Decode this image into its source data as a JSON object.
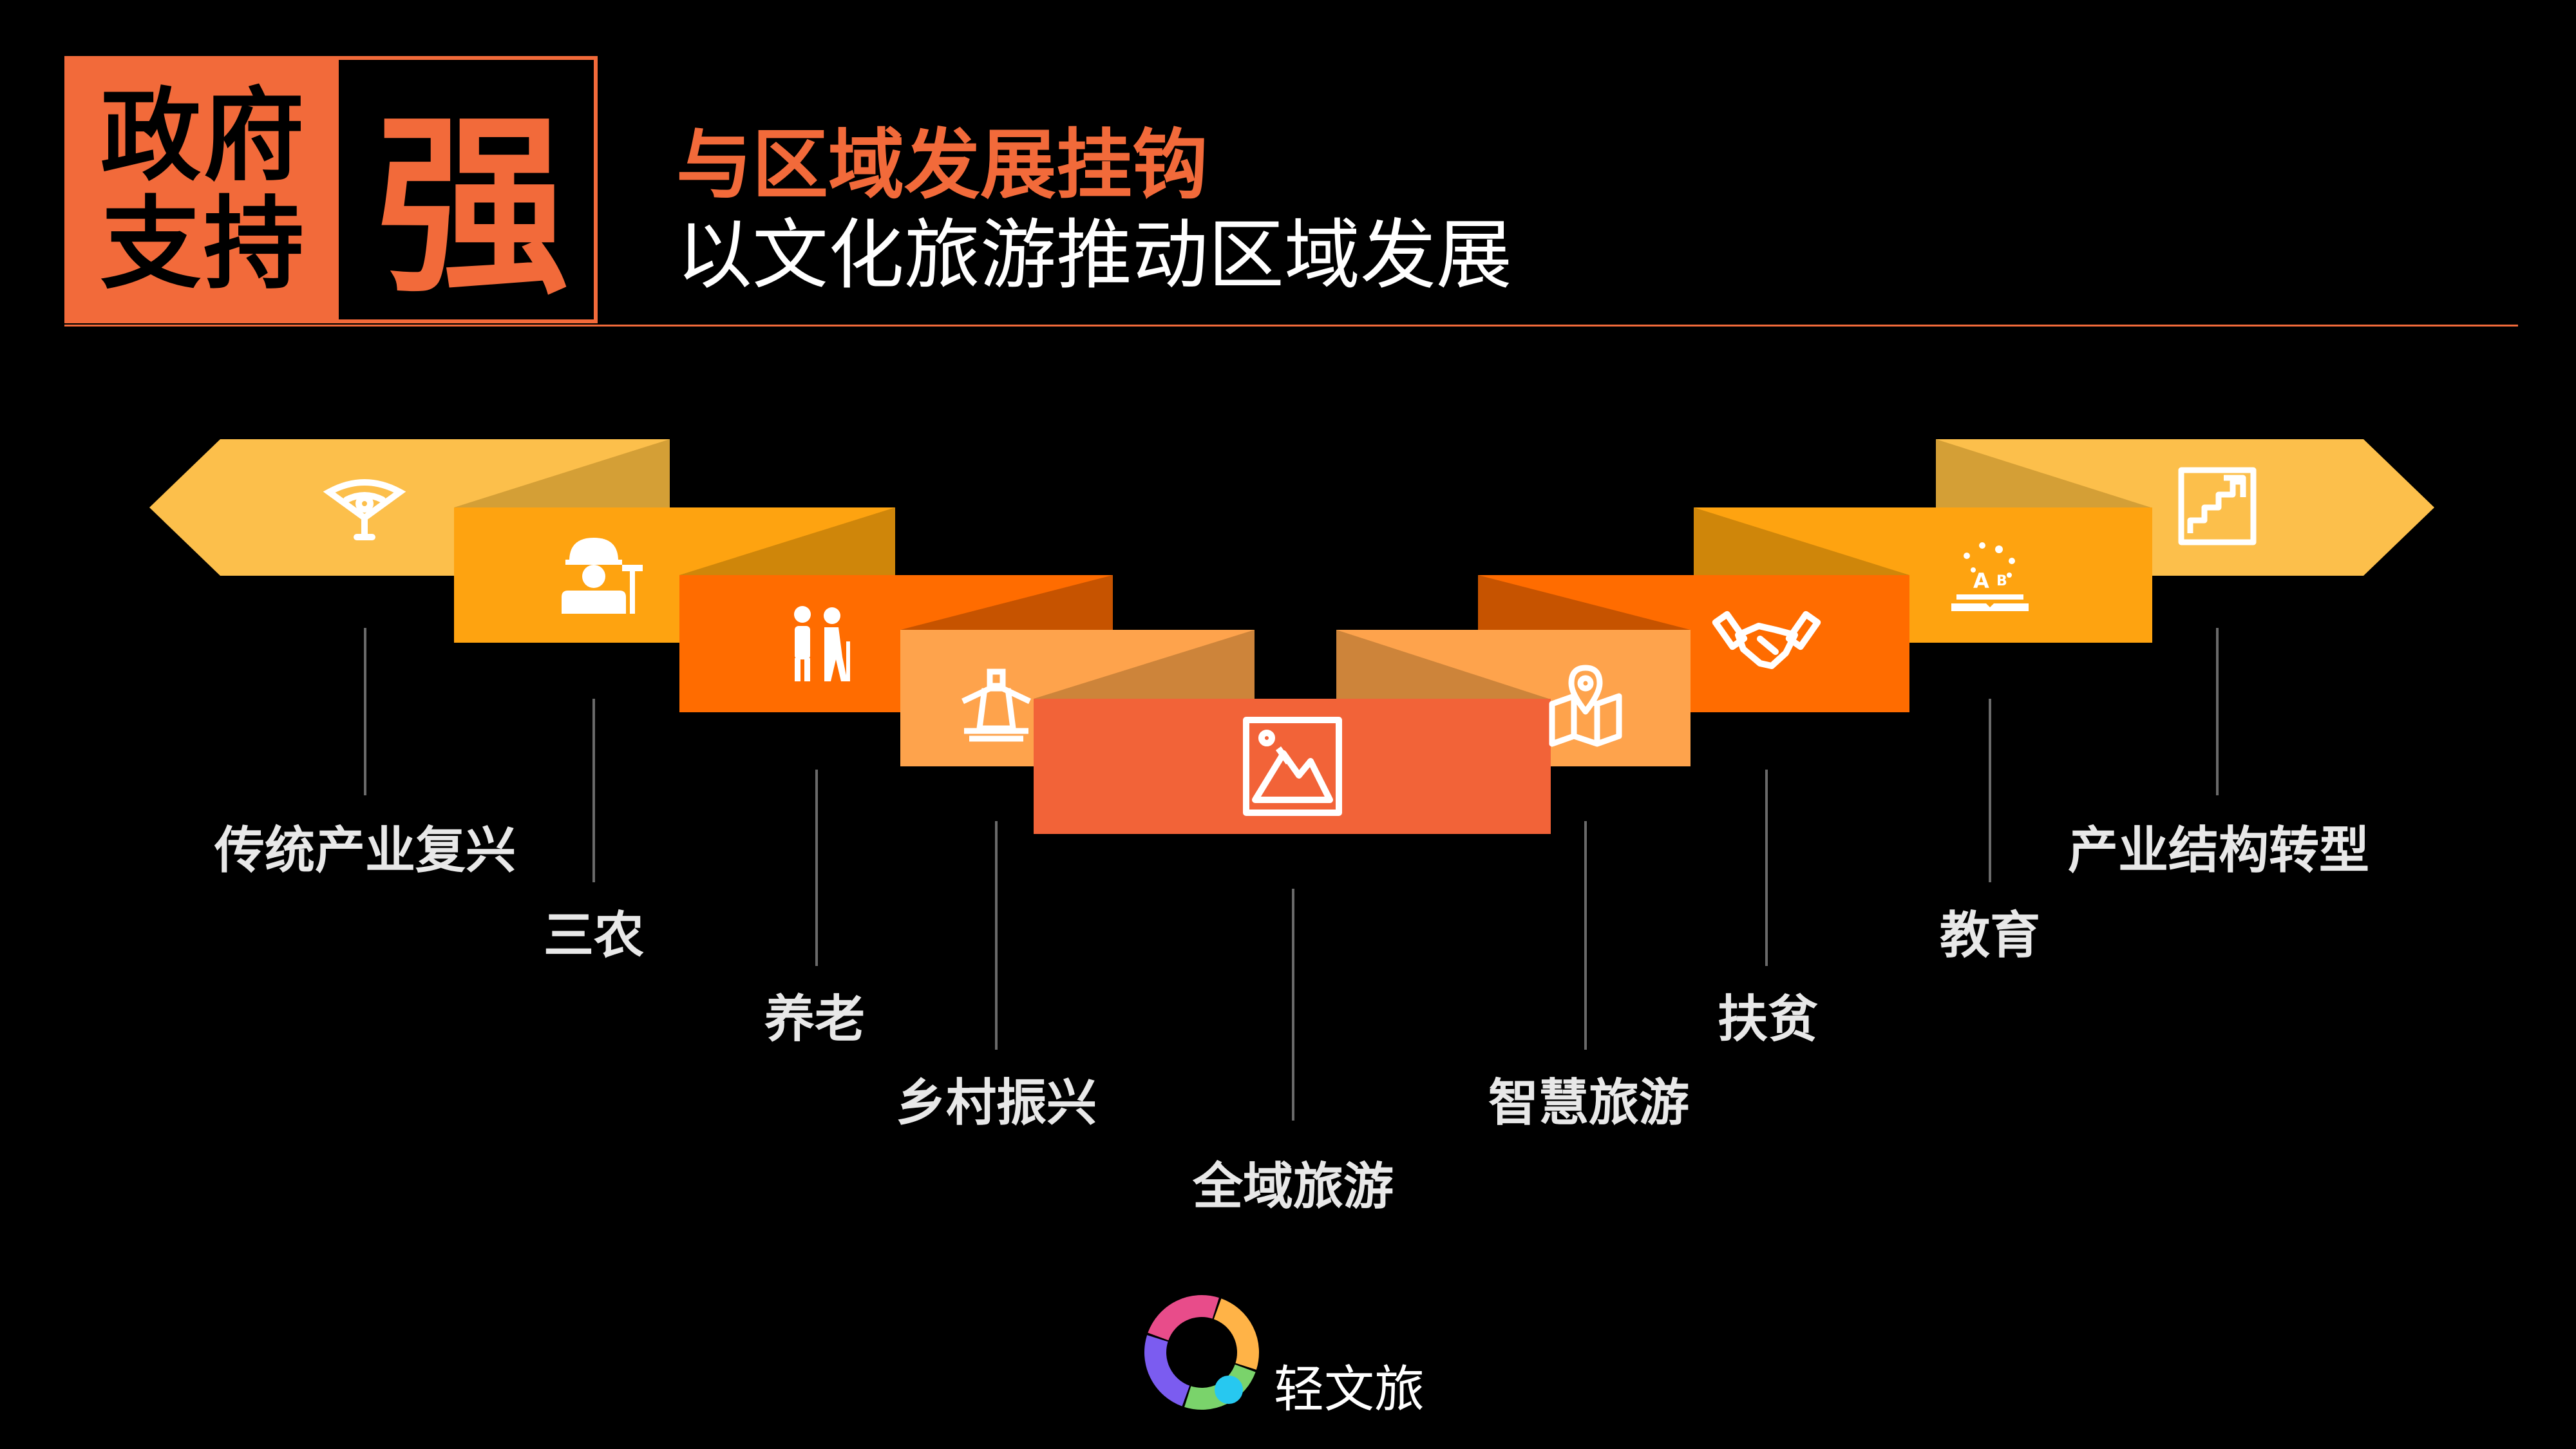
{
  "header": {
    "badge_line1": "政府",
    "badge_line2": "支持",
    "badge_big": "强",
    "subtitle": "与区域发展挂钩",
    "title": "以文化旅游推动区域发展"
  },
  "items": [
    {
      "label": "传统产业复兴",
      "icon": "fan-icon",
      "color": "#fcbf4b"
    },
    {
      "label": "三农",
      "icon": "farmer-icon",
      "color": "#fea310"
    },
    {
      "label": "养老",
      "icon": "elderly-couple-icon",
      "color": "#ff6c00"
    },
    {
      "label": "乡村振兴",
      "icon": "windmill-icon",
      "color": "#fea34c"
    },
    {
      "label": "全域旅游",
      "icon": "mountain-map-icon",
      "color": "#f26338"
    },
    {
      "label": "智慧旅游",
      "icon": "map-pin-icon",
      "color": "#fea34c"
    },
    {
      "label": "扶贫",
      "icon": "handshake-icon",
      "color": "#ff6c00"
    },
    {
      "label": "教育",
      "icon": "book-icon",
      "color": "#fea310"
    },
    {
      "label": "产业结构转型",
      "icon": "stairs-icon",
      "color": "#fcbf4b"
    }
  ],
  "logo": {
    "text": "轻文旅"
  }
}
